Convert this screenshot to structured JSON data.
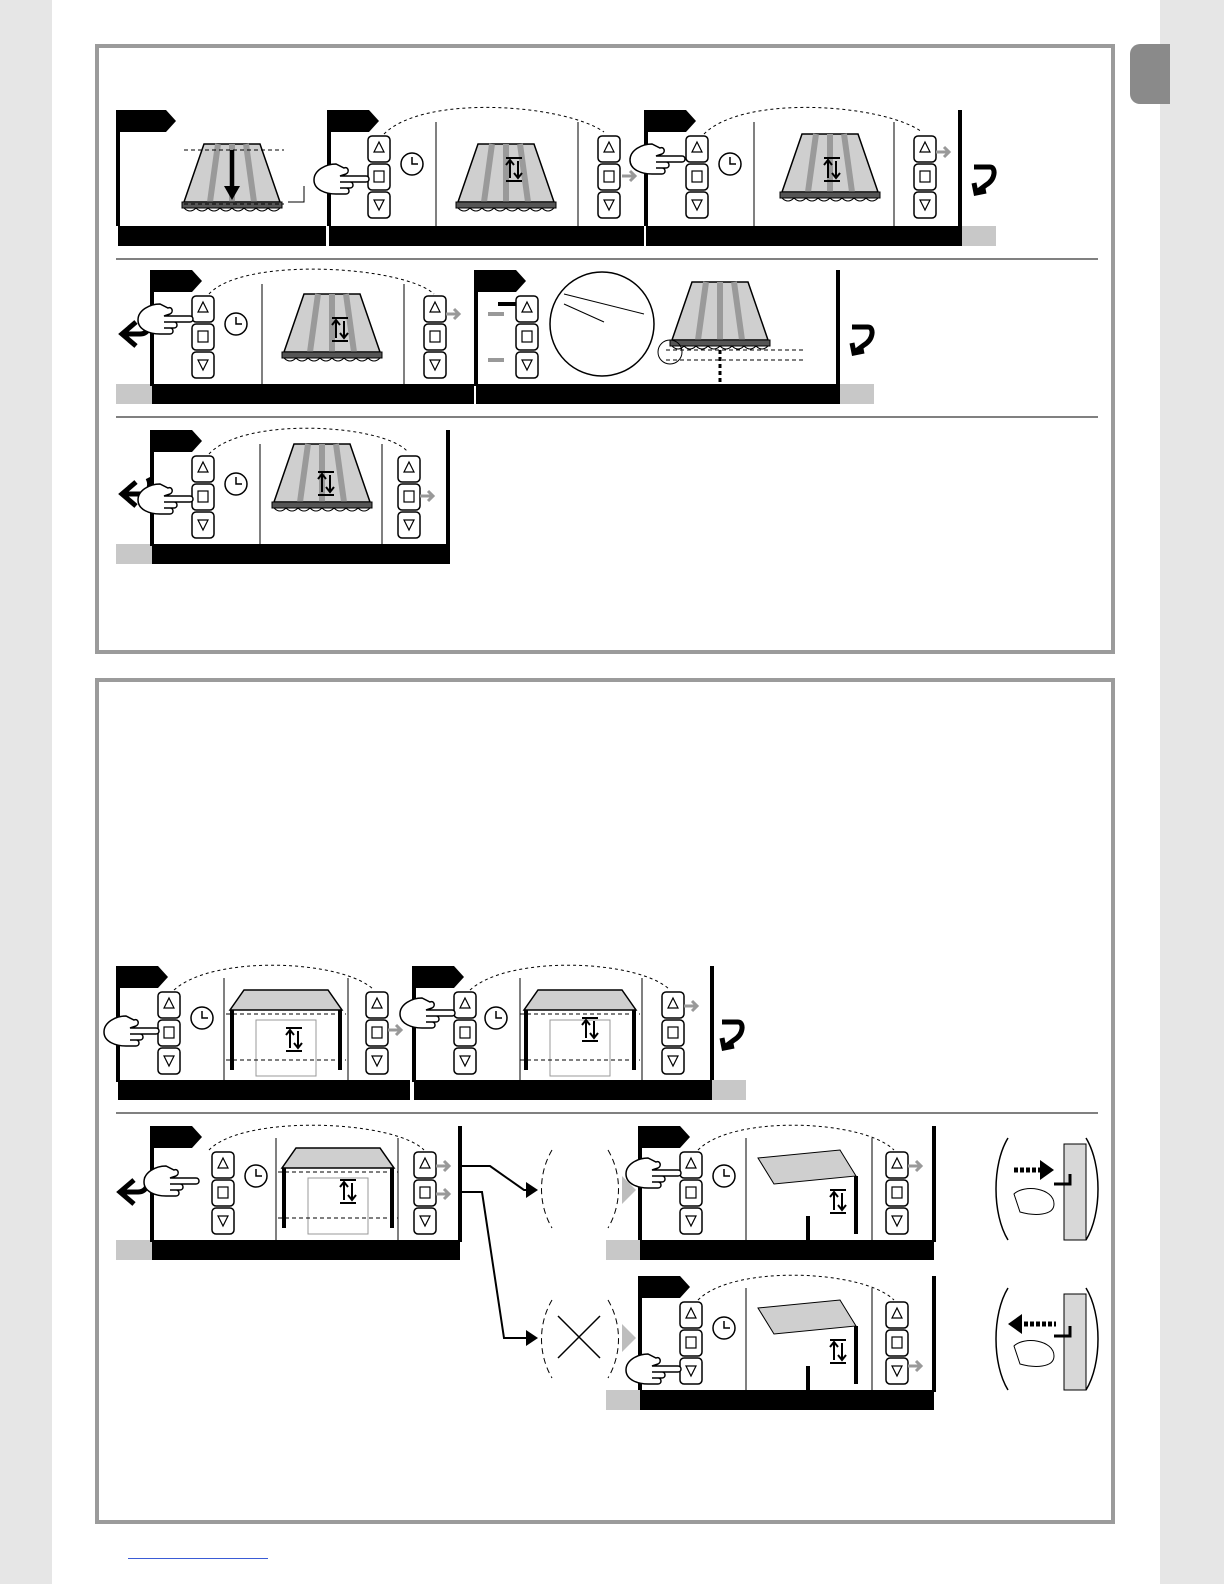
{
  "document": {
    "type": "instruction-manual-page",
    "language_tab": "",
    "sections": [
      {
        "id": "top-panel",
        "steps": 6,
        "rows": 3
      },
      {
        "id": "bottom-panel",
        "steps": 5,
        "rows": 2
      }
    ]
  },
  "colors": {
    "page": "#ffffff",
    "background": "#e6e6e6",
    "panel_border": "#9b9b9b",
    "step_bar": "#000000",
    "step_bar_extra": "#c8c8c8",
    "tab": "#8a8a8a",
    "link": "#3a5bd6"
  },
  "icons": [
    "awning-icon",
    "pergola-icon",
    "hand-press-icon",
    "remote-control-icon",
    "clock-icon",
    "up-down-arrows-icon",
    "loop-back-arrow-icon",
    "loop-continue-arrow-icon",
    "magnifier-detail-icon",
    "hex-key-icon",
    "cross-icon"
  ]
}
